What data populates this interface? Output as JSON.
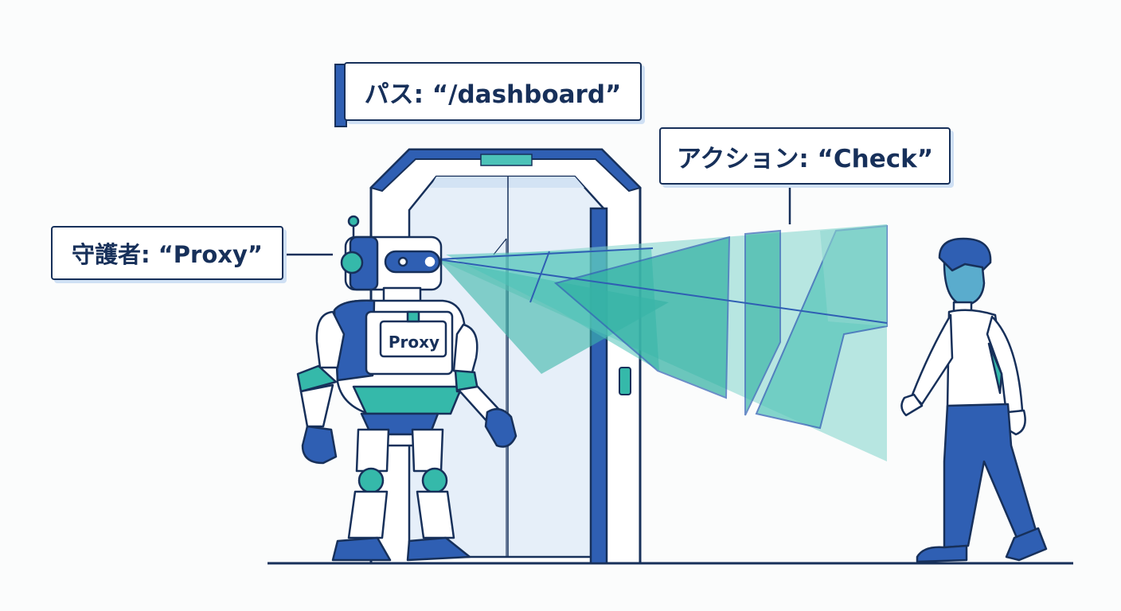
{
  "labels": {
    "path": "パス: “/dashboard”",
    "action": "アクション: “Check”",
    "guardian": "守護者: “Proxy”",
    "robot_badge": "Proxy"
  },
  "colors": {
    "outline": "#17305a",
    "primary_blue": "#2f5fb3",
    "teal": "#35b9aa",
    "light_blue": "#e6eff9",
    "beam": "#4cc3b8"
  },
  "icons": [
    "robot-guard",
    "gate-door",
    "scan-beam",
    "walking-person"
  ]
}
